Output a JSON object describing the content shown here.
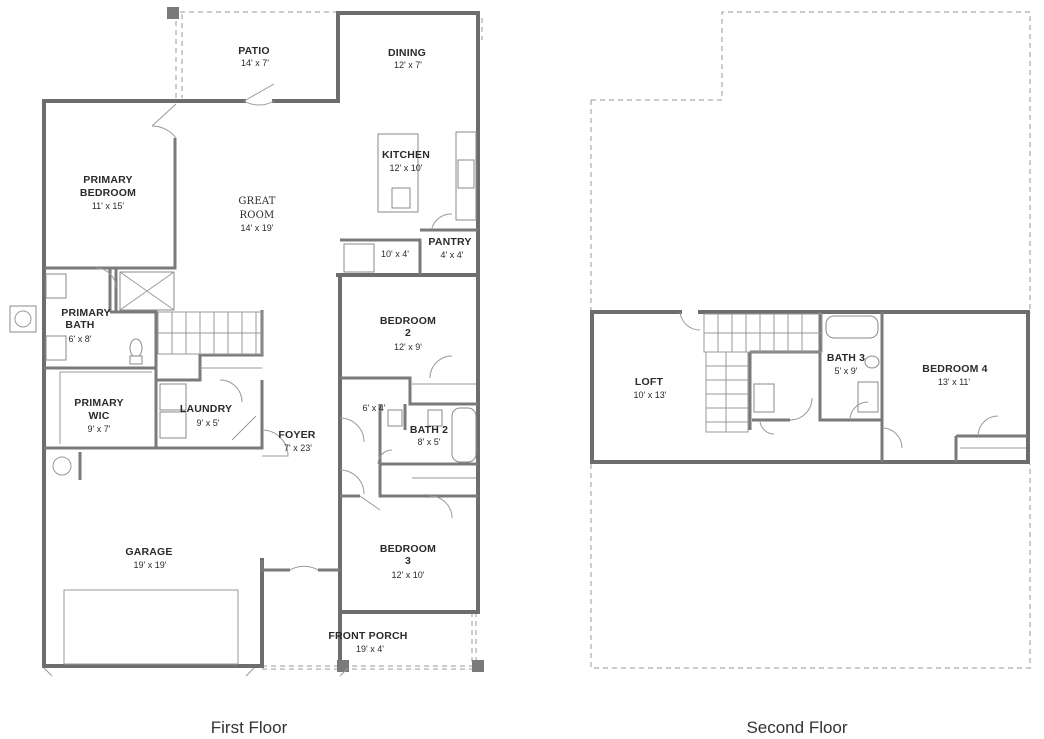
{
  "floors": [
    {
      "caption": "First Floor",
      "rooms": [
        {
          "name": "PATIO",
          "dims": "14' x 7'"
        },
        {
          "name": "DINING",
          "dims": "12' x 7'"
        },
        {
          "name": "KITCHEN",
          "dims": "12' x 10'"
        },
        {
          "name": "PRIMARY",
          "name2": "BEDROOM",
          "dims": "11' x 15'"
        },
        {
          "name": "GREAT",
          "name2": "ROOM",
          "dims": "14' x 19'"
        },
        {
          "name": "",
          "dims": "10' x 4'"
        },
        {
          "name": "PANTRY",
          "dims": "4' x 4'"
        },
        {
          "name": "PRIMARY",
          "name2": "BATH",
          "dims": "6' x 8'"
        },
        {
          "name": "BEDROOM",
          "name2": "2",
          "dims": "12' x 9'"
        },
        {
          "name": "PRIMARY",
          "name2": "WIC",
          "dims": "9' x 7'"
        },
        {
          "name": "LAUNDRY",
          "dims": "9' x 5'"
        },
        {
          "name": "",
          "dims": "6' x 4'"
        },
        {
          "name": "BATH 2",
          "dims": "8' x 5'"
        },
        {
          "name": "FOYER",
          "dims": "7' x 23'"
        },
        {
          "name": "GARAGE",
          "dims": "19' x 19'"
        },
        {
          "name": "BEDROOM",
          "name2": "3",
          "dims": "12' x 10'"
        },
        {
          "name": "FRONT PORCH",
          "dims": "19' x 4'"
        }
      ]
    },
    {
      "caption": "Second Floor",
      "rooms": [
        {
          "name": "LOFT",
          "dims": "10' x 13'"
        },
        {
          "name": "BATH 3",
          "dims": "5' x 9'"
        },
        {
          "name": "BEDROOM 4",
          "dims": "13' x 11'"
        }
      ]
    }
  ]
}
